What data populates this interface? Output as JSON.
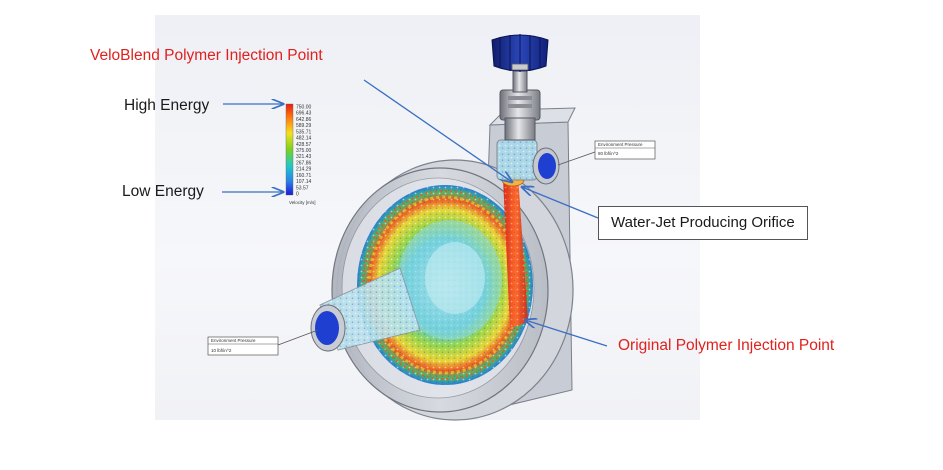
{
  "annotations": {
    "veloblend": "VeloBlend Polymer Injection Point",
    "high_energy": "High Energy",
    "low_energy": "Low Energy",
    "water_jet": "Water-Jet Producing Orifice",
    "original_injection": "Original Polymer Injection Point"
  },
  "legend": {
    "ticks": [
      "750.00",
      "696.43",
      "642.86",
      "589.29",
      "535.71",
      "482.14",
      "428.57",
      "375.00",
      "321.43",
      "267.86",
      "214.29",
      "160.71",
      "107.14",
      "53.57",
      "0"
    ],
    "title": "Velocity [m/s]"
  },
  "pressure_labels": {
    "top_title": "Environment Pressure",
    "top_value": "80 lbf/in^2",
    "bottom_title": "Environment Pressure",
    "bottom_value": "10 lbf/in^2"
  },
  "colors": {
    "annotation_red": "#e0211d",
    "arrow_blue": "#3a6fc4",
    "knob_blue": "#1b2f8f",
    "port_blue": "#1f3fd0"
  }
}
